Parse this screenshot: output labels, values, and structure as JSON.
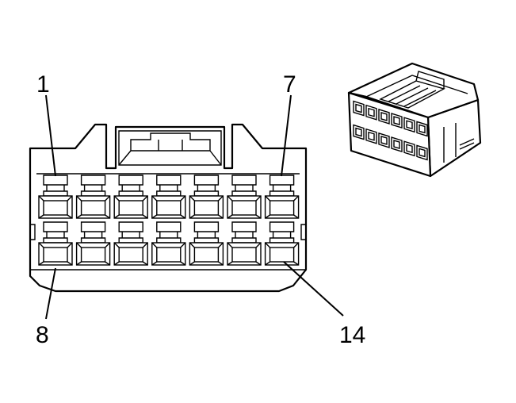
{
  "labels": {
    "top_left": "1",
    "top_right": "7",
    "bottom_left": "8",
    "bottom_right": "14"
  },
  "colors": {
    "line": "#000000",
    "background": "#ffffff"
  }
}
